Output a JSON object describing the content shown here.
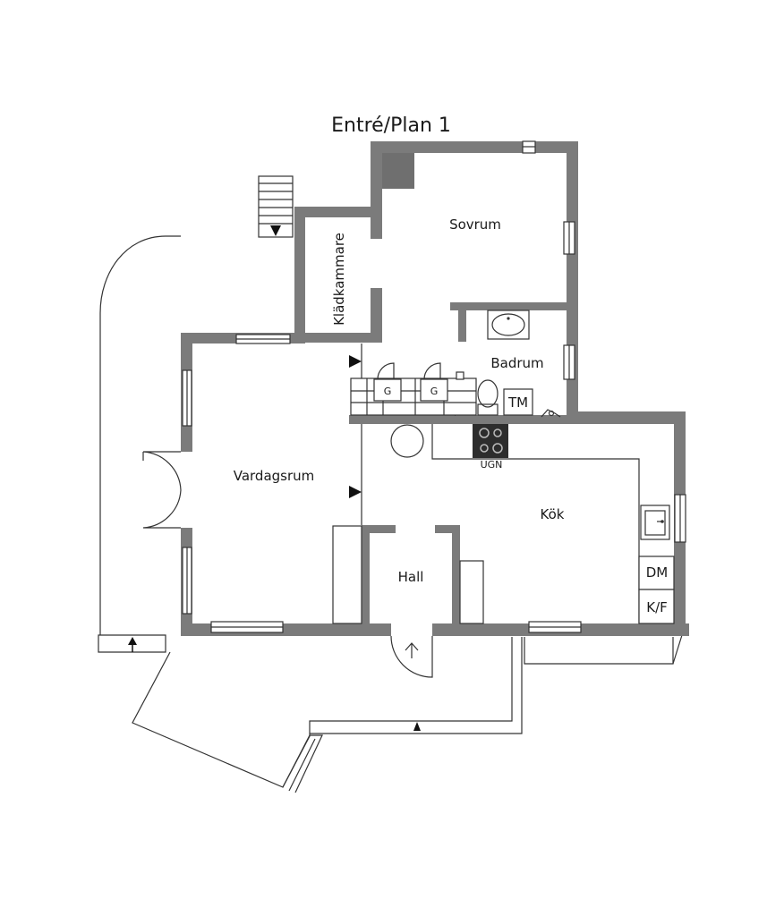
{
  "title": "Entré/Plan 1",
  "rooms": {
    "sovrum": "Sovrum",
    "kladkammare": "Klädkammare",
    "badrum": "Badrum",
    "vardagsrum": "Vardagsrum",
    "kok": "Kök",
    "hall": "Hall"
  },
  "fixtures": {
    "g1": "G",
    "g2": "G",
    "tm": "TM",
    "ugn": "UGN",
    "dm": "DM",
    "kf": "K/F"
  },
  "colors": {
    "wall": "#7b7b7b",
    "line": "#333333",
    "chimney": "#6f6f6f"
  }
}
